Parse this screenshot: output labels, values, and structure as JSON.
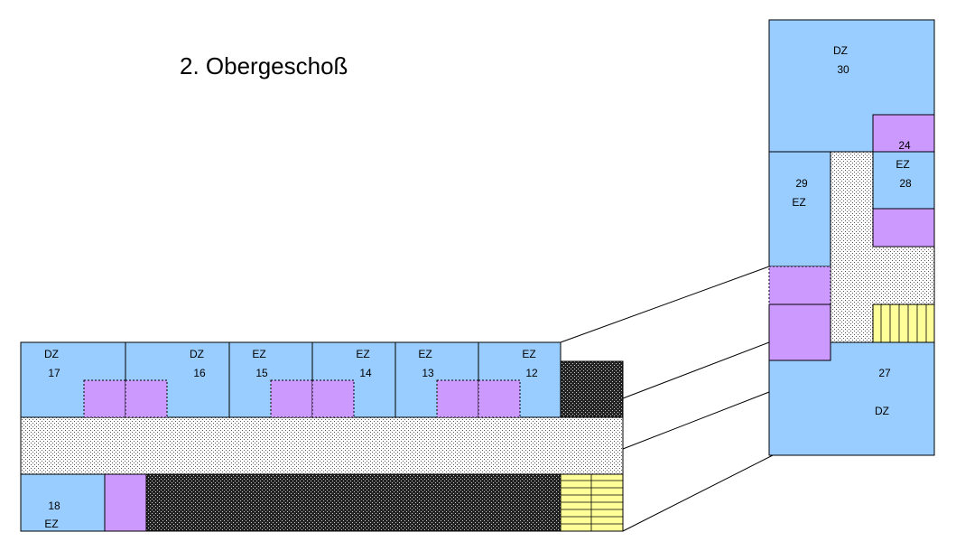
{
  "title": "2. Obergeschoß",
  "colors": {
    "room": "#99ccff",
    "bath": "#cc99ff",
    "stairs": "#ffff99",
    "corridor": "#f2f2f2",
    "dark": "#333333",
    "stroke": "#000000"
  },
  "rooms": {
    "r17": {
      "type": "DZ",
      "number": "17"
    },
    "r16": {
      "type": "DZ",
      "number": "16"
    },
    "r15": {
      "type": "EZ",
      "number": "15"
    },
    "r14": {
      "type": "EZ",
      "number": "14"
    },
    "r13": {
      "type": "EZ",
      "number": "13"
    },
    "r12": {
      "type": "EZ",
      "number": "12"
    },
    "r18": {
      "type": "EZ",
      "number": "18"
    },
    "r30": {
      "type": "DZ",
      "number": "30"
    },
    "r24": {
      "number": "24"
    },
    "r28": {
      "type": "EZ",
      "number": "28"
    },
    "r29": {
      "type": "EZ",
      "number": "29"
    },
    "r27": {
      "type": "DZ",
      "number": "27"
    }
  }
}
